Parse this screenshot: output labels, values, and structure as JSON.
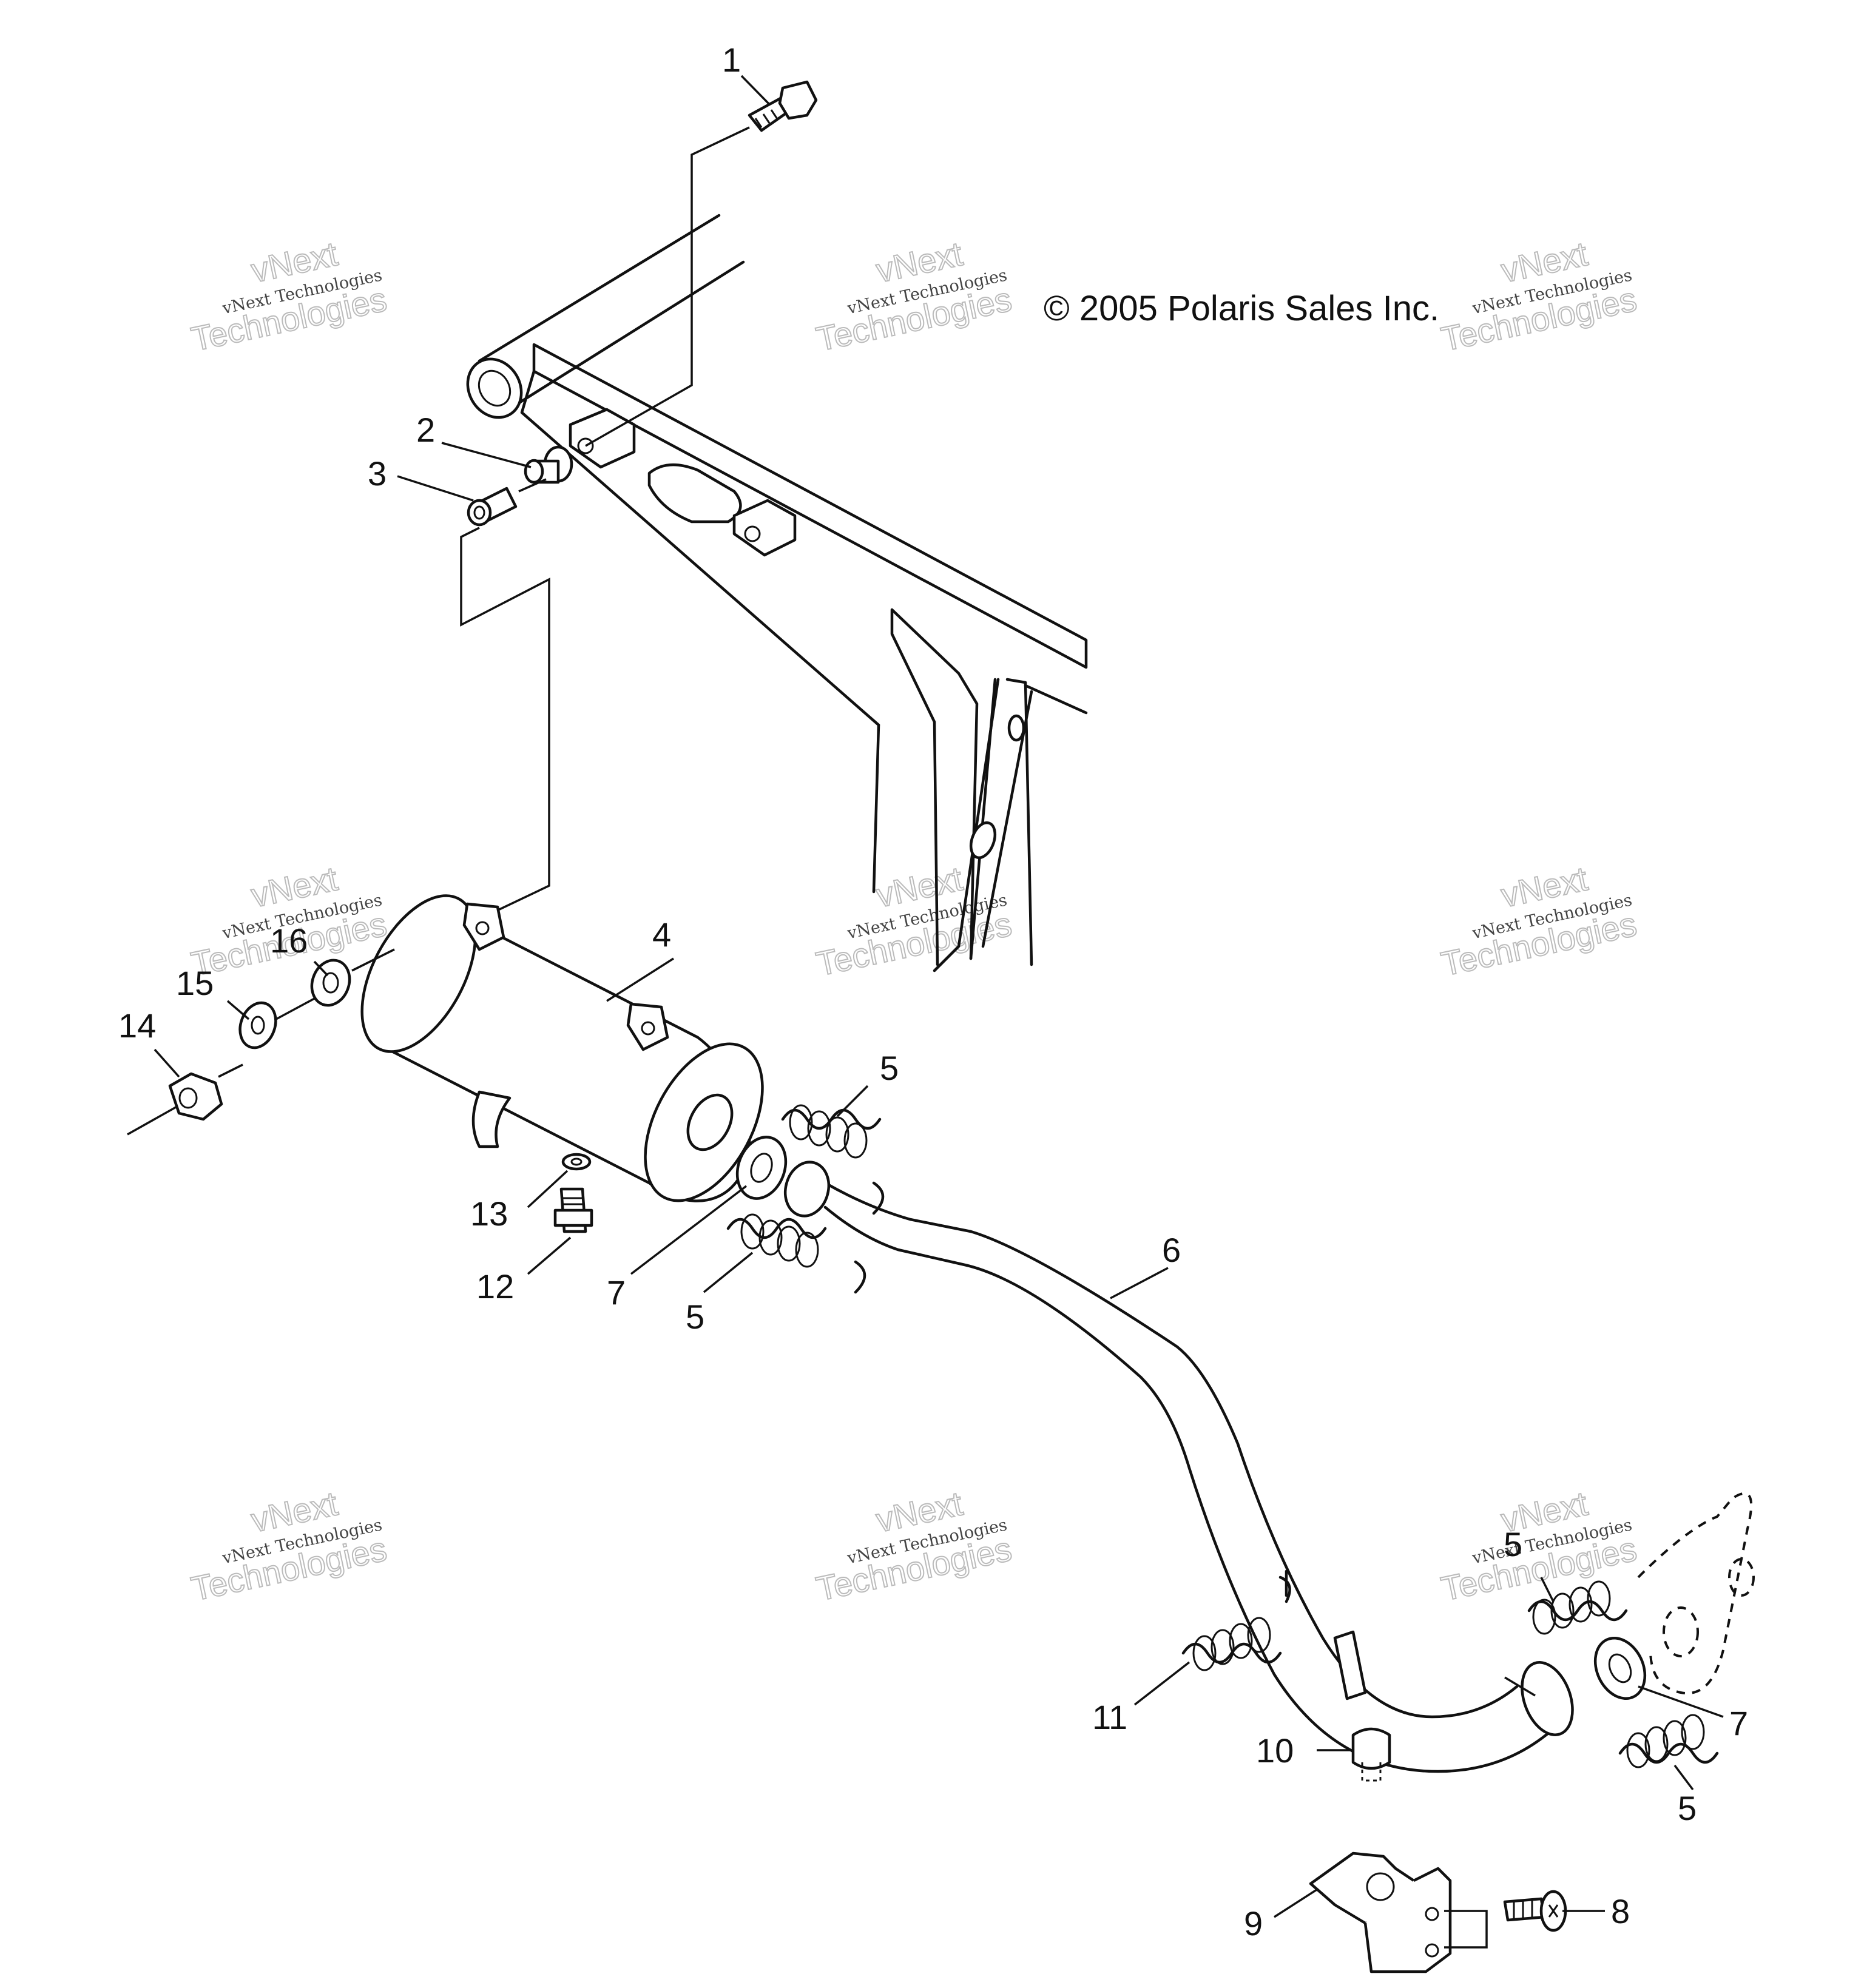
{
  "copyright": "© 2005 Polaris Sales Inc.",
  "watermark": {
    "brand": "vNext",
    "line": "vNext Technologies",
    "word": "Technologies"
  },
  "callouts": {
    "c1": "1",
    "c2": "2",
    "c3": "3",
    "c4": "4",
    "c5a": "5",
    "c5b": "5",
    "c5c": "5",
    "c5d": "5",
    "c6": "6",
    "c7a": "7",
    "c7b": "7",
    "c8": "8",
    "c9": "9",
    "c10": "10",
    "c11": "11",
    "c12": "12",
    "c13": "13",
    "c14": "14",
    "c15": "15",
    "c16": "16"
  }
}
